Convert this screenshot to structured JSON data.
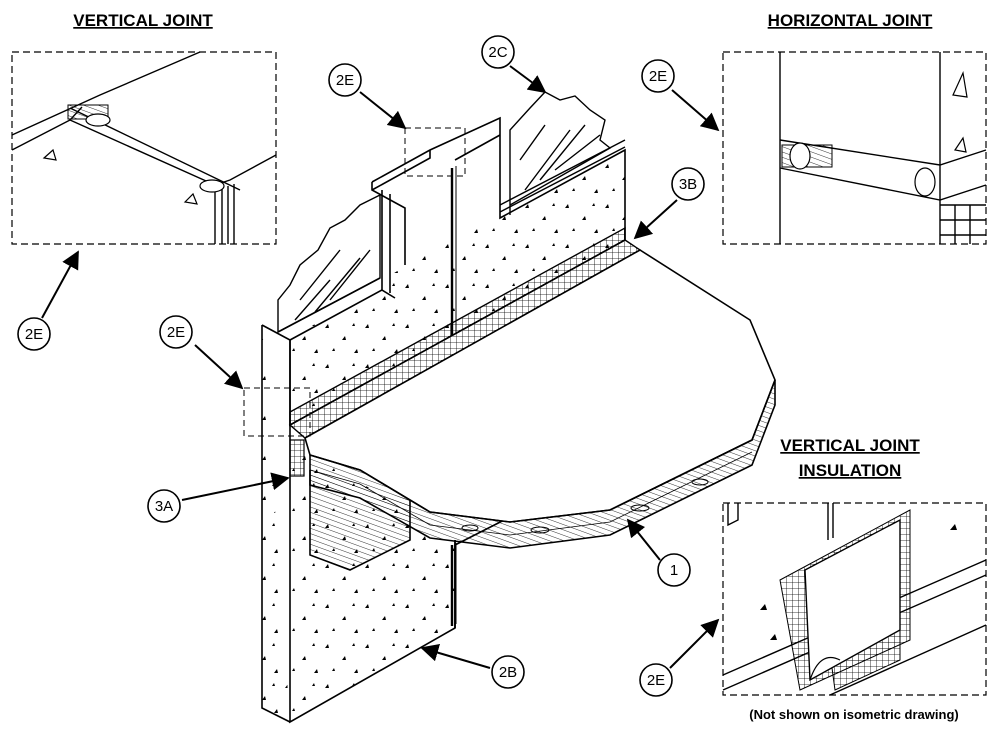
{
  "titles": {
    "vertical_joint": "VERTICAL JOINT",
    "horizontal_joint": "HORIZONTAL JOINT",
    "vji_line1": "VERTICAL JOINT",
    "vji_line2": "INSULATION"
  },
  "note": "(Not shown on isometric drawing)",
  "callouts": {
    "c2e_top": "2E",
    "c2c": "2C",
    "c3b": "3B",
    "c2e_hj": "2E",
    "c2e_vj": "2E",
    "c2e_wall": "2E",
    "c3a": "3A",
    "c1": "1",
    "c2b": "2B",
    "c2e_vji": "2E"
  },
  "colors": {
    "line": "#000000",
    "background": "#ffffff"
  }
}
